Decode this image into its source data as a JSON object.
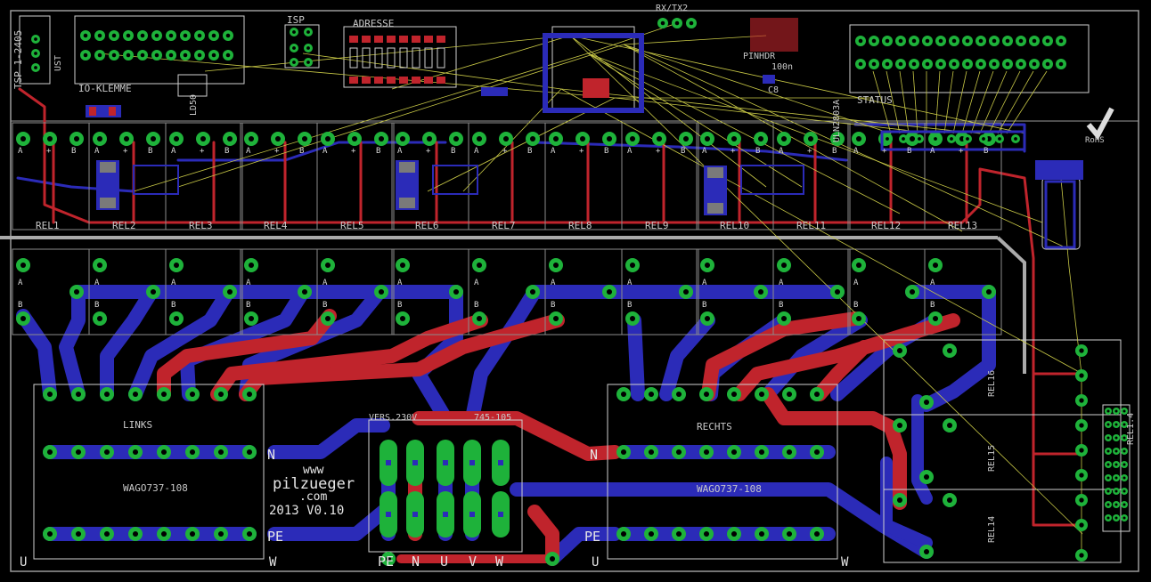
{
  "labels": {
    "tsp": "TSP 1-2405",
    "ust": "UST",
    "io_klemme": "IO-KLEMME",
    "isp": "ISP",
    "adresse": "ADRESSE",
    "rxtx": "RX/TX2",
    "pinhdr": "PINHDR",
    "c100n": "100n",
    "c8": "C8",
    "status": "STATUS",
    "uln": "ULN2803A",
    "rohs": "RoHS",
    "lds": "LD50",
    "links": "LINKS",
    "rechts": "RECHTS",
    "wago_left": "WAGO737-108",
    "wago_right": "WAGO737-108",
    "vers": "VERS.230V",
    "conn745": "745-105",
    "n_left": "N",
    "n_right": "N",
    "pe_left": "PE",
    "pe_right": "PE",
    "pe_bottom": "PE",
    "bottom_n": "N",
    "bottom_u": "U",
    "bottom_v": "V",
    "bottom_w": "W",
    "corner_u": "U",
    "corner_w": "W",
    "www": "www",
    "site": "pilzueger",
    "com": ".com",
    "year": "2013 V0.10",
    "rel": [
      "REL1",
      "REL2",
      "REL3",
      "REL4",
      "REL5",
      "REL6",
      "REL7",
      "REL8",
      "REL9",
      "REL10",
      "REL11",
      "REL12",
      "REL13"
    ],
    "rel_side": [
      "REL16",
      "REL15",
      "REL14"
    ],
    "pinA": "A",
    "pinB": "B",
    "pinPlus": "+",
    "rel_side_label": "REL1.4"
  },
  "colors": {
    "background": "#000000",
    "top_copper": "#c0242c",
    "bottom_copper": "#2b2bb8",
    "pad": "#1eb23a",
    "airwire": "#c8c846",
    "outline": "#bfbfbf",
    "text": "#c8c8c8"
  }
}
